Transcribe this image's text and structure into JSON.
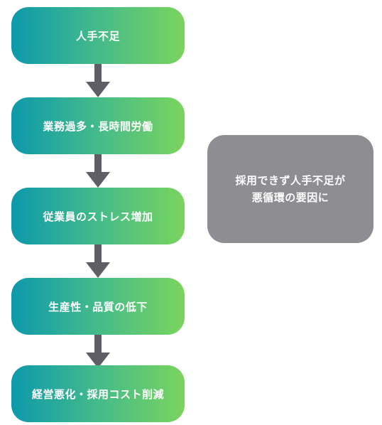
{
  "flow": {
    "steps": [
      {
        "label": "人手不足"
      },
      {
        "label": "業務過多・長時間労働"
      },
      {
        "label": "従業員のストレス増加"
      },
      {
        "label": "生産性・品質の低下"
      },
      {
        "label": "経営悪化・採用コスト削減"
      }
    ]
  },
  "note": {
    "line1": "採用できず人手不足が",
    "line2": "悪循環の要因に"
  },
  "colors": {
    "gradient_start": "#0c99ab",
    "gradient_end": "#7ad45e",
    "arrow": "#5f5d66",
    "note_bg": "#8e8e92"
  }
}
